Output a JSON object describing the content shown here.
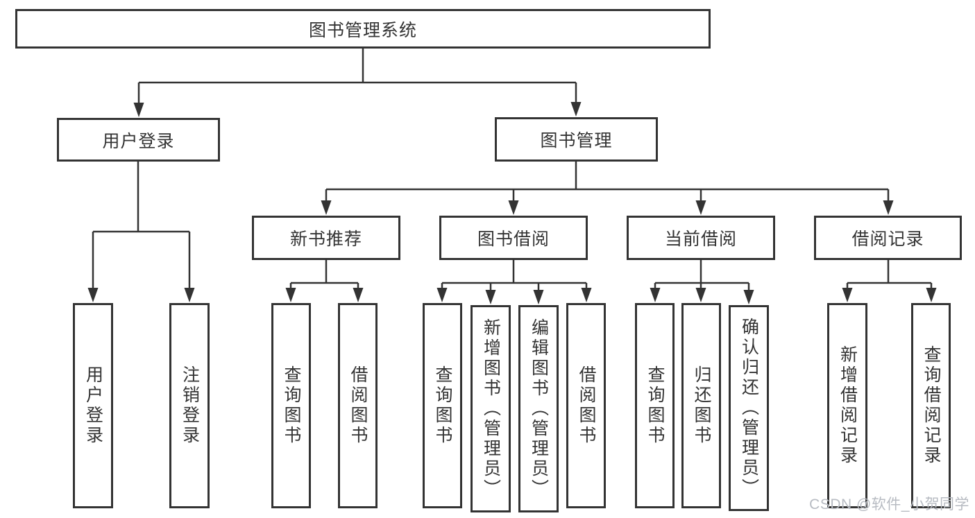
{
  "diagram": {
    "root": "图书管理系统",
    "user_login": {
      "label": "用户登录",
      "children": [
        "用户登录",
        "注销登录"
      ]
    },
    "book_mgmt": {
      "label": "图书管理"
    },
    "sections": [
      {
        "label": "新书推荐",
        "children": [
          "查询图书",
          "借阅图书"
        ]
      },
      {
        "label": "图书借阅",
        "children": [
          "查询图书",
          "新增图书（管理员）",
          "编辑图书（管理员）",
          "借阅图书"
        ]
      },
      {
        "label": "当前借阅",
        "children": [
          "查询图书",
          "归还图书",
          "确认归还（管理员）"
        ]
      },
      {
        "label": "借阅记录",
        "children": [
          "新增借阅记录",
          "查询借阅记录"
        ]
      }
    ]
  },
  "watermark": "CSDN @软件_小贺同学",
  "colors": {
    "line": "#333333",
    "text": "#333333",
    "background": "#ffffff",
    "watermark": "#b7bbc2"
  }
}
